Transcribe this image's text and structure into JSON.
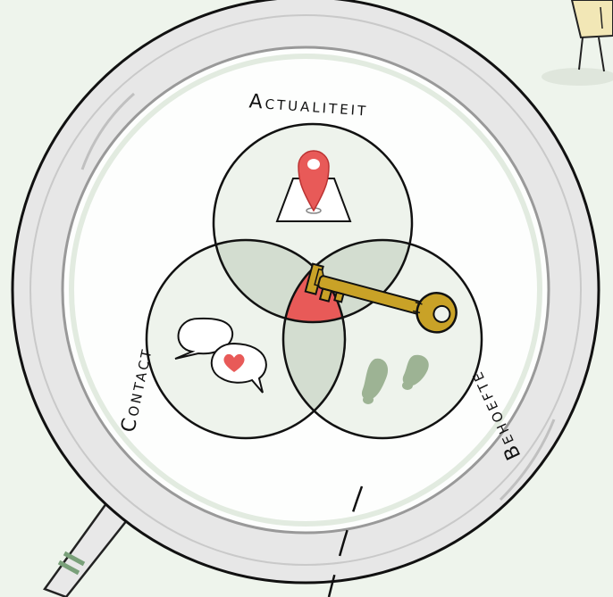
{
  "labels": {
    "top": "Actualiteit",
    "left": "Contact",
    "right": "Behoefte"
  },
  "colors": {
    "background": "#eef4ec",
    "lens_fill": "#ffffff",
    "circle_fill": "#e6ede4",
    "overlap_fill": "#cfd9cc",
    "pin": "#e85a58",
    "key": "#c9a227",
    "footprints": "#9db394",
    "handle_band": "#7aa07a"
  },
  "icons": [
    "location-pin-icon",
    "speech-bubbles-icon",
    "heart-icon",
    "footprints-icon",
    "key-icon",
    "magnifying-glass-icon",
    "figure-icon"
  ]
}
